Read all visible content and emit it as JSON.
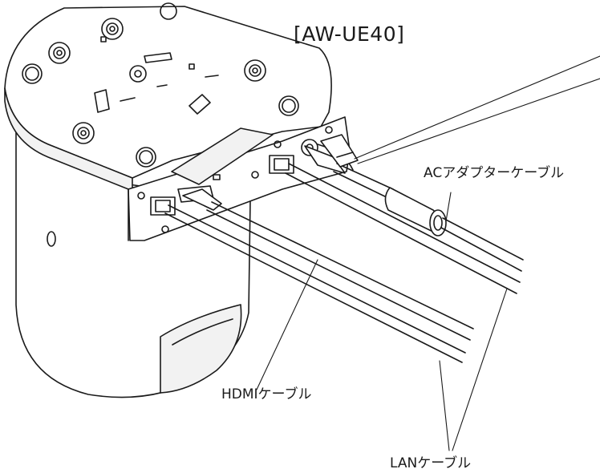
{
  "diagram": {
    "model_label": "[AW-UE40]",
    "callouts": {
      "ac_adapter_cable": "ACアダプターケーブル",
      "hdmi_cable": "HDMIケーブル",
      "lan_cable": "LANケーブル"
    },
    "colors": {
      "line": "#1a1a1a",
      "fill": "#ffffff",
      "shade": "#f2f2f2"
    }
  }
}
